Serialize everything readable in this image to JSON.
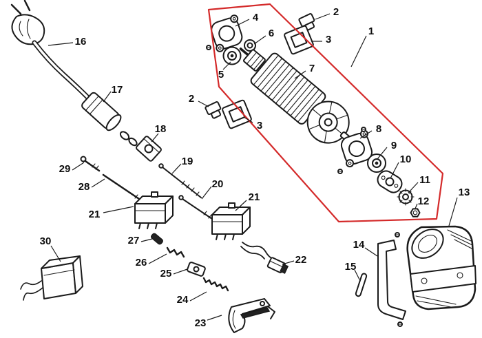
{
  "colors": {
    "highlight": "#d42a2a",
    "line": "#1a1a1a",
    "background": "#ffffff"
  },
  "callouts": {
    "n1": "1",
    "n2_top": "2",
    "n2_left": "2",
    "n3_top": "3",
    "n3_left": "3",
    "n4": "4",
    "n5": "5",
    "n6": "6",
    "n7": "7",
    "n8": "8",
    "n9": "9",
    "n10": "10",
    "n11": "11",
    "n12": "12",
    "n13": "13",
    "n14": "14",
    "n15": "15",
    "n16": "16",
    "n17": "17",
    "n18": "18",
    "n19": "19",
    "n20": "20",
    "n21_left": "21",
    "n21_right": "21",
    "n22": "22",
    "n23": "23",
    "n24": "24",
    "n25": "25",
    "n26": "26",
    "n27": "27",
    "n28": "28",
    "n29": "29",
    "n30": "30"
  }
}
